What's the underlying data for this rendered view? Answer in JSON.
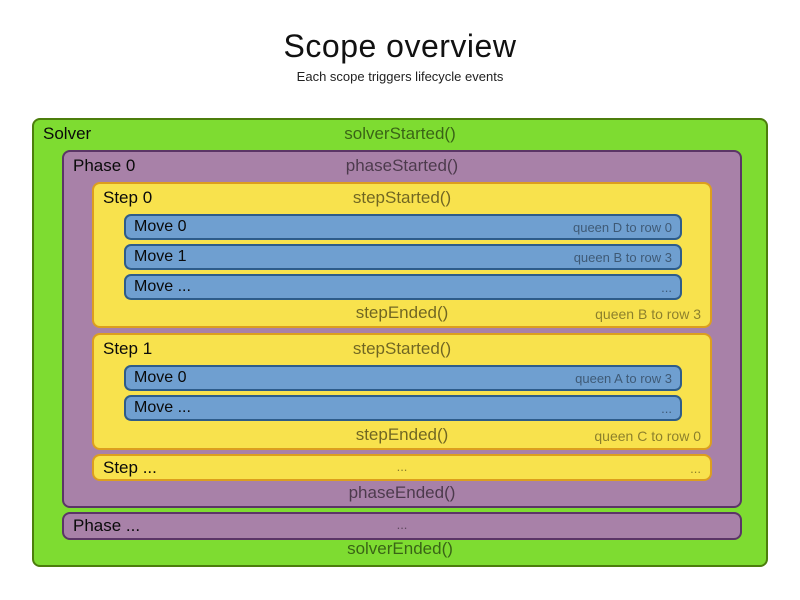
{
  "title": "Scope overview",
  "subtitle": "Each scope triggers lifecycle events",
  "colors": {
    "solver_fill": "#7EDC31",
    "solver_border": "#4C7E0C",
    "phase_fill": "#A881A8",
    "phase_border": "#5B3566",
    "step_fill": "#F8E24D",
    "step_border": "#DC9E1E",
    "move_fill": "#6F9FD0",
    "move_border": "#2E5C8A"
  },
  "solver": {
    "label": "Solver",
    "started": "solverStarted()",
    "ended": "solverEnded()",
    "phases": [
      {
        "label": "Phase 0",
        "started": "phaseStarted()",
        "ended": "phaseEnded()",
        "steps": [
          {
            "label": "Step 0",
            "started": "stepStarted()",
            "ended": "stepEnded()",
            "ended_annotation": "queen B to row 3",
            "moves": [
              {
                "label": "Move 0",
                "annotation": "queen D to row 0"
              },
              {
                "label": "Move 1",
                "annotation": "queen B to row 3"
              },
              {
                "label": "Move ...",
                "annotation": "..."
              }
            ]
          },
          {
            "label": "Step 1",
            "started": "stepStarted()",
            "ended": "stepEnded()",
            "ended_annotation": "queen C to row 0",
            "moves": [
              {
                "label": "Move 0",
                "annotation": "queen A to row 3"
              },
              {
                "label": "Move ...",
                "annotation": "..."
              }
            ]
          },
          {
            "label": "Step ...",
            "center": "...",
            "right": "..."
          }
        ]
      },
      {
        "label": "Phase ...",
        "center": "..."
      }
    ]
  }
}
